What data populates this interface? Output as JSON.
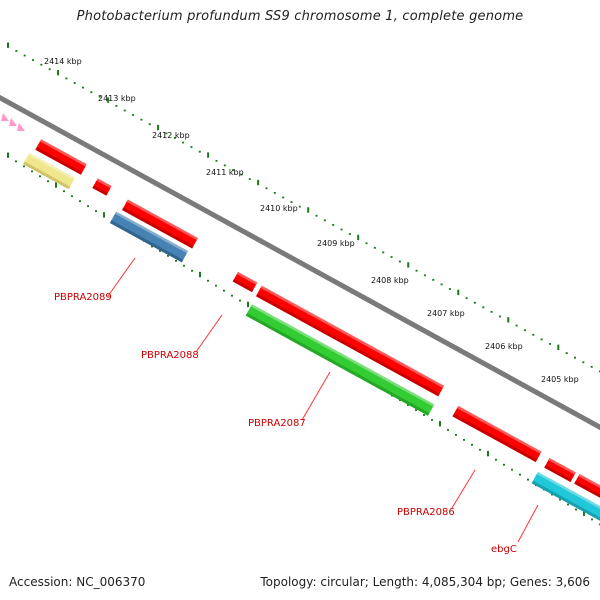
{
  "title": "Photobacterium profundum SS9 chromosome 1, complete genome",
  "footer": {
    "accession": "Accession: NC_006370",
    "stats": "Topology: circular; Length: 4,085,304 bp; Genes: 3,606"
  },
  "kbp_labels": [
    "2414 kbp",
    "2413 kbp",
    "2412 kbp",
    "2411 kbp",
    "2410 kbp",
    "2409 kbp",
    "2408 kbp",
    "2407 kbp",
    "2406 kbp",
    "2405 kbp"
  ],
  "gene_labels": [
    "PBPRA2089",
    "PBPRA2088",
    "PBPRA2087",
    "PBPRA2086",
    "ebgC"
  ],
  "colors": {
    "backbone": "#7a7a7a",
    "tick": "#1a7a1a",
    "forward_gene": "#ff0000",
    "label": "#cc0000",
    "leader": "#ff3333",
    "yellow_gene": "#f0e68c",
    "blue_gene": "#4682b4",
    "green_gene": "#33cc33",
    "cyan_gene": "#20c8d8",
    "pink_marker": "#ff99cc"
  }
}
